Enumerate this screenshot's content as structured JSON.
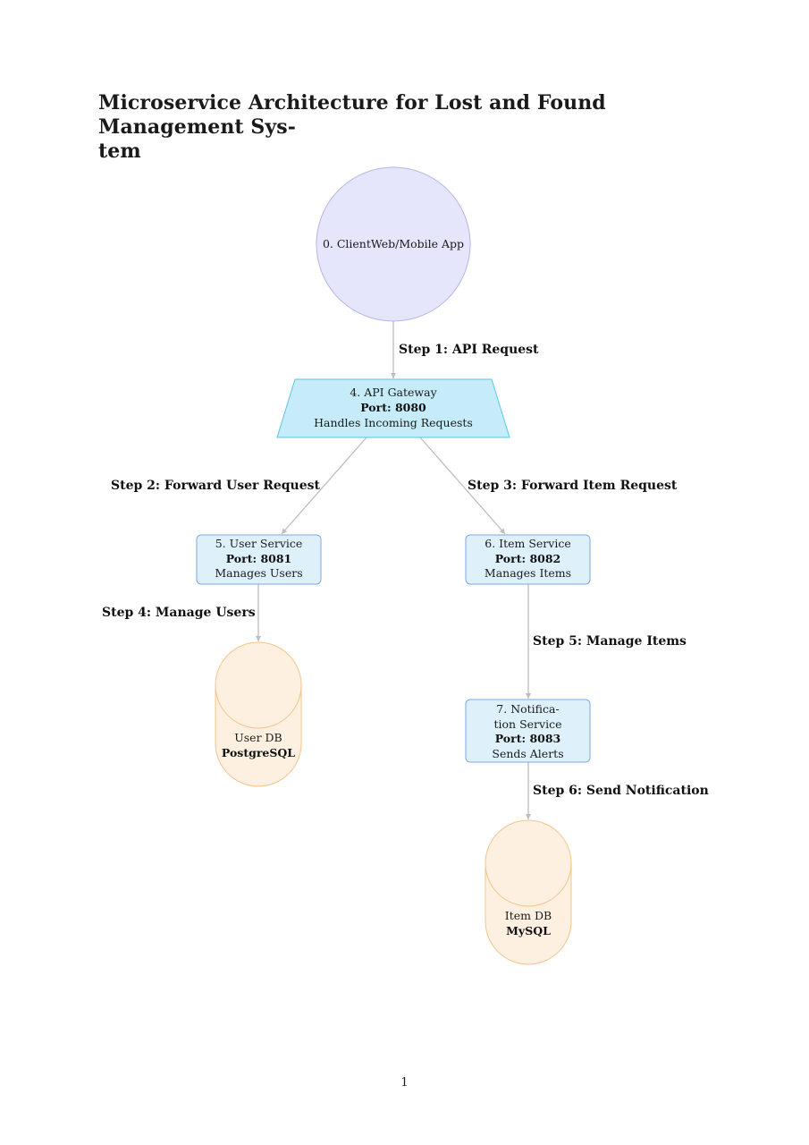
{
  "title": "Microservice Architecture for Lost and Found Management System",
  "title_lines": [
    "Microservice Architecture for Lost and Found Management Sys-",
    "tem"
  ],
  "page_number": "1",
  "nodes": {
    "client": {
      "label": "0. ClientWeb/Mobile App",
      "color": "#e5e5fb",
      "stroke": "#b4b4ea"
    },
    "gateway": {
      "label": "4. API Gateway",
      "port": "Port: 8080",
      "desc": "Handles Incoming Requests",
      "color": "#c5ecf8",
      "stroke": "#58c6e6"
    },
    "user_service": {
      "label": "5. User Service",
      "port": "Port: 8081",
      "desc": "Manages Users",
      "color": "#def1fb",
      "stroke": "#7fa6e0"
    },
    "item_service": {
      "label": "6. Item Service",
      "port": "Port: 8082",
      "desc": "Manages Items",
      "color": "#def1fb",
      "stroke": "#7fa6e0"
    },
    "notification_service": {
      "label_lines": [
        "7. Notifica-",
        "tion Service"
      ],
      "port": "Port: 8083",
      "desc": "Sends Alerts",
      "color": "#def1fb",
      "stroke": "#7fa6e0"
    },
    "user_db": {
      "label": "User DB",
      "engine": "PostgreSQL",
      "color": "#fdf0e1",
      "stroke": "#f5c48a"
    },
    "item_db": {
      "label": "Item DB",
      "engine": "MySQL",
      "color": "#fdf0e1",
      "stroke": "#f5c48a"
    }
  },
  "steps": {
    "step1": "Step 1: API Request",
    "step2": "Step 2: Forward User Request",
    "step3": "Step 3: Forward Item Request",
    "step4": "Step 4: Manage Users",
    "step5": "Step 5: Manage Items",
    "step6": "Step 6: Send Notification"
  },
  "arrow_color": "#bdbdbd"
}
